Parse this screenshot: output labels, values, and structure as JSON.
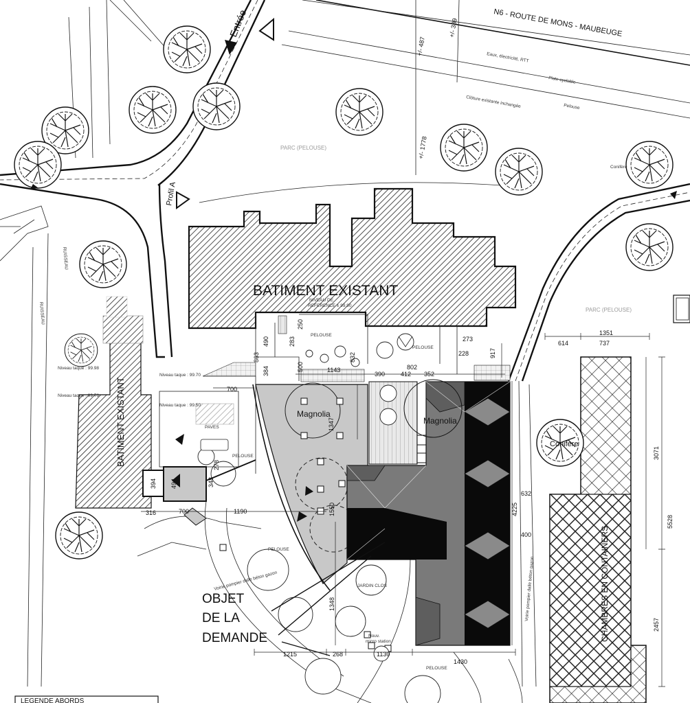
{
  "labels": {
    "entree": "Entrée",
    "road_name": "N6 - ROUTE DE MONS - MAUBEUGE",
    "eaux": "Eaux, électricité, RTT",
    "piste": "Piste cyclable",
    "cloture": "Clôture existante inchangée",
    "pelouse": "Pelouse",
    "parc1": "PARC (PELOUSE)",
    "parc2": "PARC (PELOUSE)",
    "profil": "Profil A",
    "batiment_existant": "BATIMENT EXISTANT",
    "niveau_ref_1": "NIVEAU DE",
    "niveau_ref_2": "REFERENCE ± 99.90",
    "batiment_existant_2": "BATIMENT EXISTANT",
    "magnolia1": "Magnolia",
    "magnolia2": "Magnolia",
    "conifere1": "Conifère",
    "conifere2": "Conifère",
    "chambres": "CHAMBRES EN CONTAINERS",
    "objet_1": "OBJET",
    "objet_2": "DE LA",
    "objet_3": "DEMANDE",
    "jardin": "JARDIN CLOS",
    "nouv_1": "Nouv.",
    "nouv_2": "micro station",
    "pelouse_a": "PELOUSE",
    "pelouse_b": "PELOUSE",
    "pelouse_c": "PELOUSE",
    "pelouse_d": "PELOUSE",
    "pelouse_e": "PELOUSE",
    "paves": "PAVES",
    "ruisseau1": "RUISSEAU",
    "ruisseau2": "RUISSEAU",
    "niv1": "Niveau taque : 99.98",
    "niv2": "Niveau taque : 99.76",
    "niv3": "Niveau taque : 99.70",
    "niv4": "Niveau taque : 99.50",
    "legende": "LEGENDE ABORDS",
    "voirie1": "Voirie pompier dalle béton gazon",
    "voirie2": "Voirie pompier dalle béton gazon"
  },
  "dimensions": {
    "d1351": "1351",
    "d614": "614",
    "d737": "737",
    "d3071": "3071",
    "d5528": "5528",
    "d2457": "2457",
    "d273": "273",
    "d228": "228",
    "d917": "917",
    "d490": "490",
    "d283": "283",
    "d250": "250",
    "d863": "863",
    "d384": "384",
    "d500": "500",
    "d1143": "1143",
    "d832": "832",
    "d390": "390",
    "d802": "802",
    "d412": "412",
    "d352": "352",
    "d700": "700",
    "d1347": "1347",
    "d632": "632",
    "d4225": "4225",
    "d400": "400",
    "d394": "394",
    "d494": "494",
    "d316": "316",
    "d700b": "700",
    "d1190": "1190",
    "d348": "348",
    "d1550": "1550",
    "d1348": "1348",
    "d1215": "1215",
    "d268": "268",
    "d1130": "1130",
    "d1430": "1430",
    "d278": "278",
    "d487": "+/- 487",
    "d339": "+/- 339",
    "d1778": "+/- 1778"
  },
  "colors": {
    "line": "#111111",
    "grey_fill": "#c8c8c8",
    "dark_fill": "#7a7a7a",
    "black": "#0a0a0a"
  }
}
